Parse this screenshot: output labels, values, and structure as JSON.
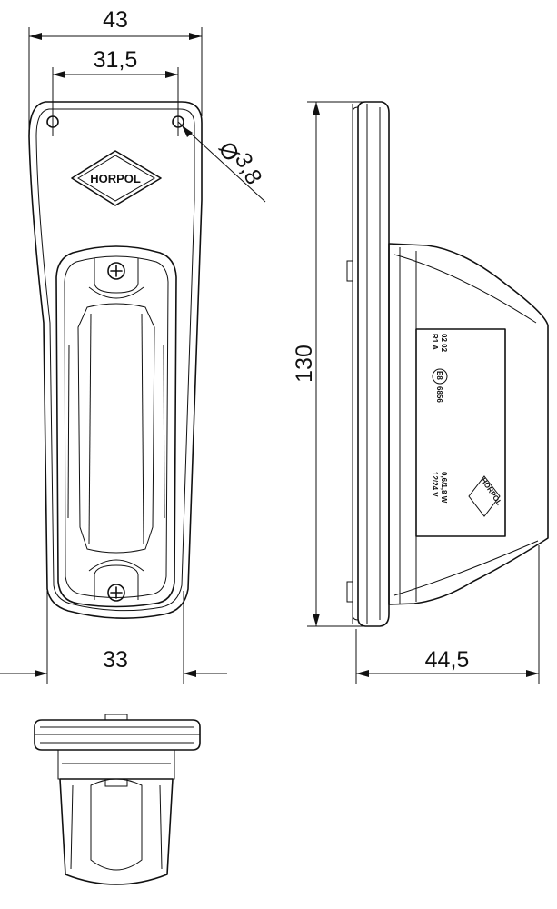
{
  "dimensions": {
    "overall_width": "43",
    "hole_spacing": "31,5",
    "hole_diameter": "3,8",
    "diameter_symbol": "Ø",
    "height": "130",
    "base_width": "33",
    "depth": "44,5"
  },
  "brand": {
    "logo_text": "HORPOL"
  },
  "label": {
    "line1": "R1 A",
    "line2": "02 02",
    "approval_mark": "E8",
    "approval_number": "6856",
    "voltage": "12/24 V",
    "power": "0,6/1,8 W",
    "logo_text": "HORPOL"
  }
}
